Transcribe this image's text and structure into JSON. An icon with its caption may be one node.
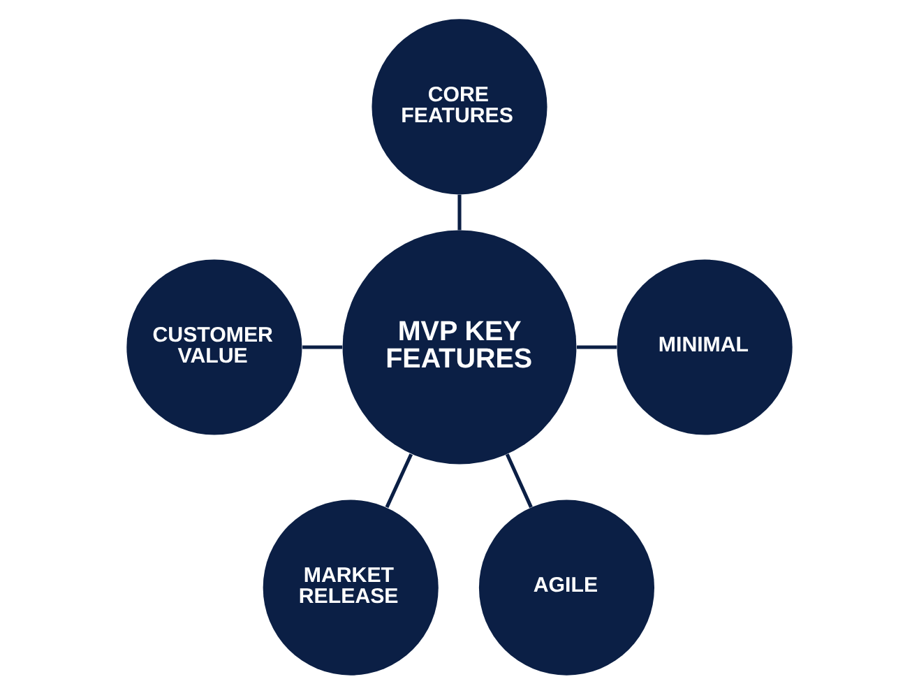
{
  "diagram": {
    "nodes": [
      {
        "text": [
          "CORE FEATURES"
        ]
      },
      {
        "text": [
          "CUSTOMER VALUE"
        ]
      },
      {
        "text": [
          "MVP KEY FEATURES"
        ]
      },
      {
        "text": [
          "MINIMAL"
        ]
      },
      {
        "text": [
          "MARKET RELEASE"
        ]
      },
      {
        "text": [
          "AGILE"
        ]
      }
    ],
    "edges": [
      {
        "from": 0,
        "to": 2,
        "arrow": "none"
      },
      {
        "from": 1,
        "to": 2,
        "arrow": "none"
      },
      {
        "from": 2,
        "to": 3,
        "arrow": "none"
      },
      {
        "from": 2,
        "to": 4,
        "arrow": "none"
      },
      {
        "from": 2,
        "to": 5,
        "arrow": "none"
      }
    ]
  }
}
